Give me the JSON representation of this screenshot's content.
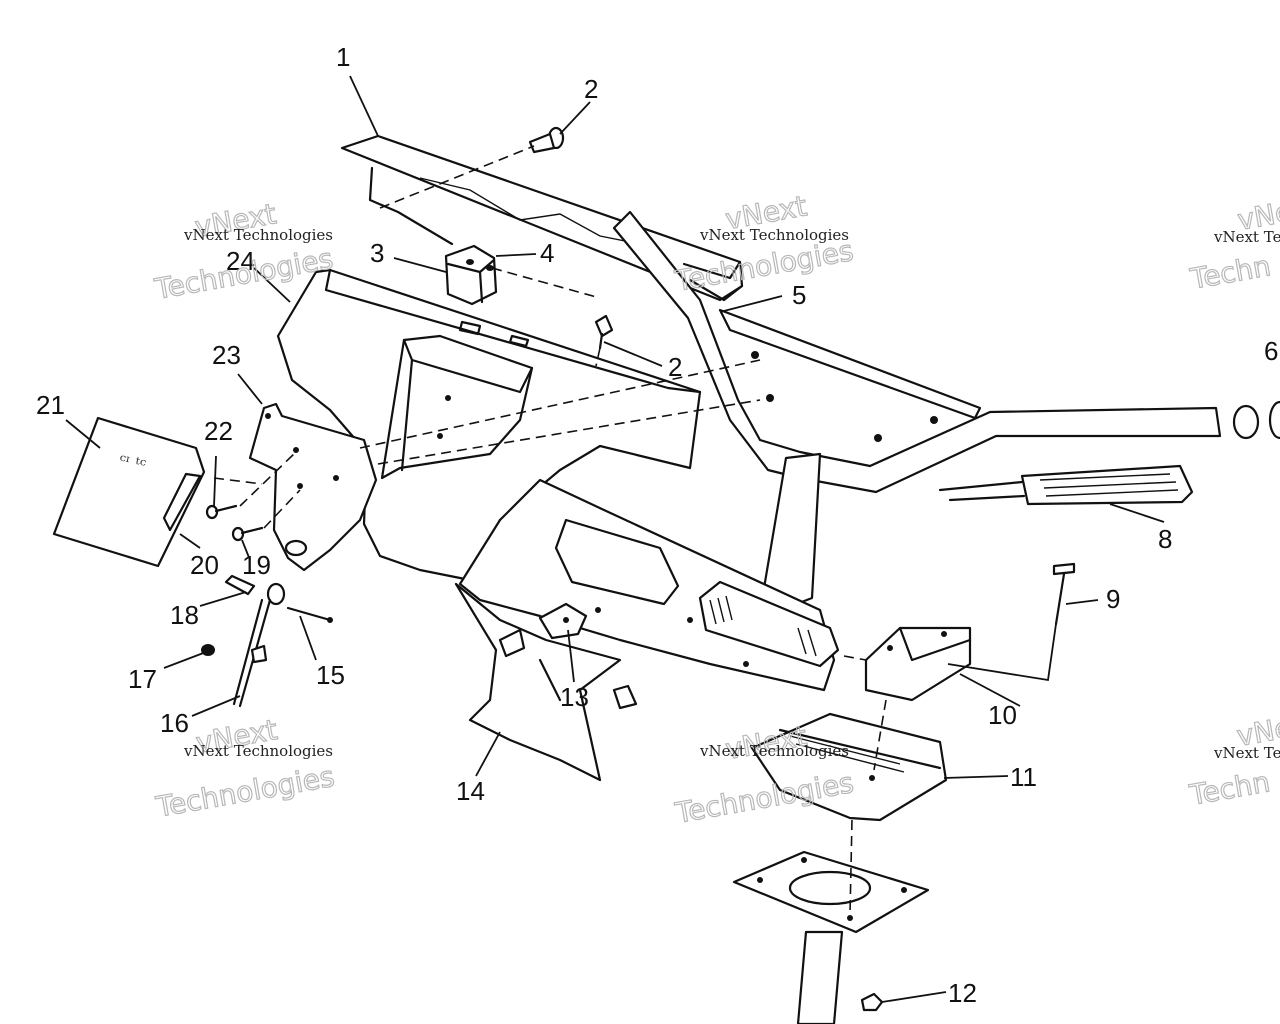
{
  "callouts": [
    "1",
    "2",
    "2",
    "3",
    "4",
    "5",
    "6",
    "8",
    "9",
    "10",
    "11",
    "12",
    "13",
    "14",
    "15",
    "16",
    "17",
    "18",
    "19",
    "20",
    "21",
    "22",
    "23",
    "24"
  ],
  "watermark": {
    "line1": "vNext Technologies",
    "line2": "vNext",
    "line3": "Technologies",
    "edge1": "vNext Te",
    "edge2": "vNe",
    "edge3": "Techn"
  },
  "decal_text": "ᶜᶦ ᵗᶜ"
}
